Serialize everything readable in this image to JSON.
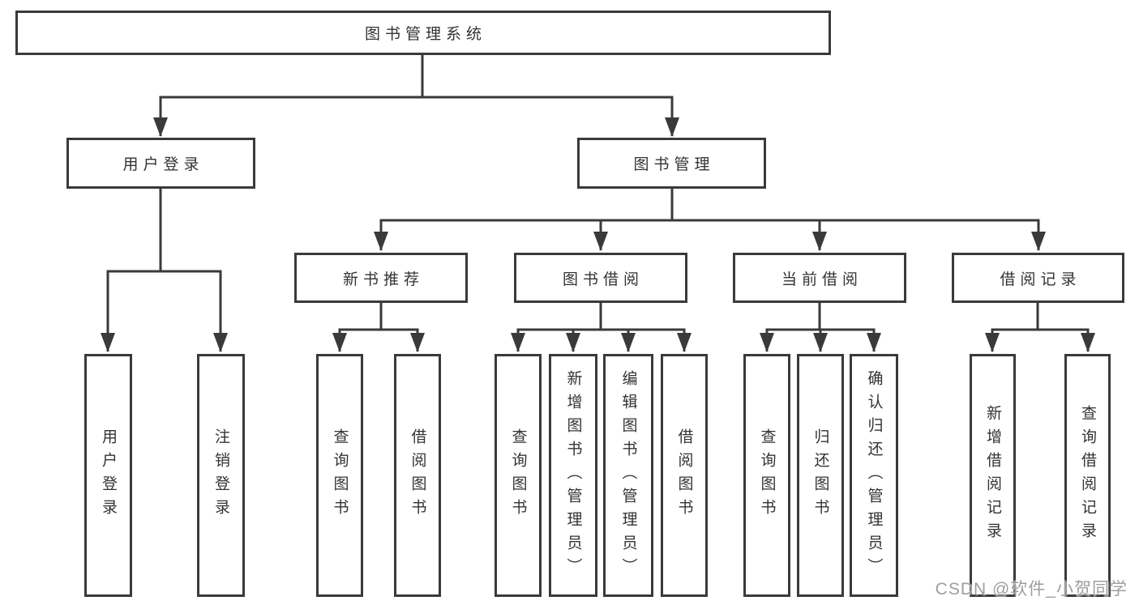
{
  "root": {
    "label": "图书管理系统"
  },
  "level2": {
    "user_login": {
      "label": "用户登录"
    },
    "book_management": {
      "label": "图书管理"
    }
  },
  "level3": {
    "new_book_recommend": {
      "label": "新书推荐"
    },
    "book_borrowing": {
      "label": "图书借阅"
    },
    "current_borrowing": {
      "label": "当前借阅"
    },
    "borrowing_records": {
      "label": "借阅记录"
    }
  },
  "leaves": {
    "user_login": [
      {
        "label": "用户登录"
      },
      {
        "label": "注销登录"
      }
    ],
    "new_book_recommend": [
      {
        "label": "查询图书"
      },
      {
        "label": "借阅图书"
      }
    ],
    "book_borrowing": [
      {
        "label": "查询图书"
      },
      {
        "label": "新增图书（管理员）"
      },
      {
        "label": "编辑图书（管理员）"
      },
      {
        "label": "借阅图书"
      }
    ],
    "current_borrowing": [
      {
        "label": "查询图书"
      },
      {
        "label": "归还图书"
      },
      {
        "label": "确认归还（管理员）"
      }
    ],
    "borrowing_records": [
      {
        "label": "新增借阅记录"
      },
      {
        "label": "查询借阅记录"
      }
    ]
  },
  "watermark": {
    "text": "CSDN @软件_小贺同学"
  },
  "colors": {
    "line": "#3a3a3a",
    "text": "#333333",
    "box_background": "#ffffff",
    "page_background": "#ffffff",
    "watermark": "#9e9e9e"
  }
}
